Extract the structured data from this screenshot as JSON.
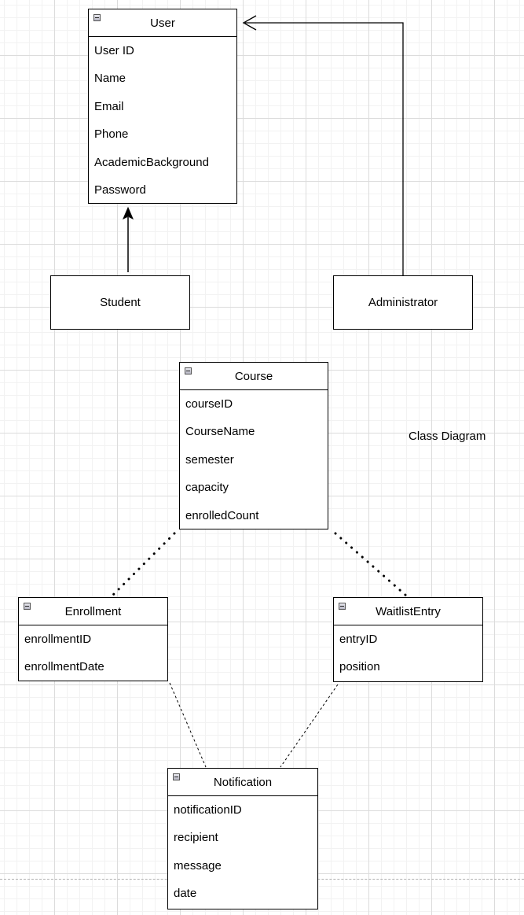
{
  "diagram_title": "Class Diagram",
  "classes": {
    "user": {
      "name": "User",
      "attributes": [
        "User ID",
        "Name",
        "Email",
        "Phone",
        "AcademicBackground",
        "Password"
      ]
    },
    "student": {
      "name": "Student"
    },
    "administrator": {
      "name": "Administrator"
    },
    "course": {
      "name": "Course",
      "attributes": [
        "courseID",
        "CourseName",
        "semester",
        "capacity",
        "enrolledCount"
      ]
    },
    "enrollment": {
      "name": "Enrollment",
      "attributes": [
        "enrollmentID",
        "enrollmentDate"
      ]
    },
    "waitlist_entry": {
      "name": "WaitlistEntry",
      "attributes": [
        "entryID",
        "position"
      ]
    },
    "notification": {
      "name": "Notification",
      "attributes": [
        "notificationID",
        "recipient",
        "message",
        "date"
      ]
    }
  }
}
